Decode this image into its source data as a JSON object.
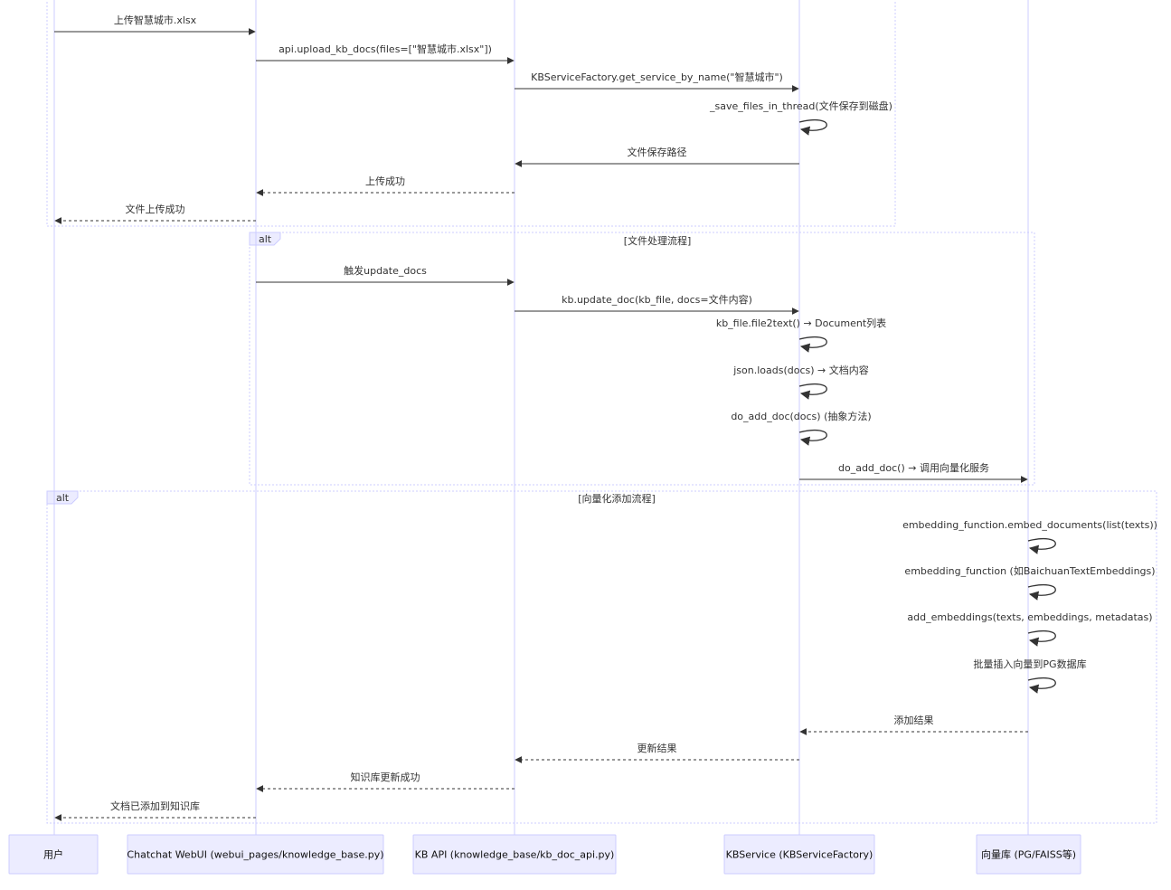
{
  "actors": [
    {
      "id": "user",
      "label": "用户"
    },
    {
      "id": "webui",
      "label": "Chatchat WebUI (webui_pages/knowledge_base.py)"
    },
    {
      "id": "api",
      "label": "KB API (knowledge_base/kb_doc_api.py)"
    },
    {
      "id": "svc",
      "label": "KBService (KBServiceFactory)"
    },
    {
      "id": "vdb",
      "label": "向量库 (PG/FAISS等)"
    }
  ],
  "frames": [
    {
      "label": "",
      "condition": ""
    },
    {
      "label": "alt",
      "condition": "[文件处理流程]"
    },
    {
      "label": "alt",
      "condition": "[向量化添加流程]"
    }
  ],
  "messages": [
    {
      "from": "user",
      "to": "webui",
      "text": "上传智慧城市.xlsx",
      "style": "solid"
    },
    {
      "from": "webui",
      "to": "api",
      "text": "api.upload_kb_docs(files=[\"智慧城市.xlsx\"])",
      "style": "solid"
    },
    {
      "from": "api",
      "to": "svc",
      "text": "KBServiceFactory.get_service_by_name(\"智慧城市\")",
      "style": "solid"
    },
    {
      "from": "svc",
      "to": "svc",
      "text": "_save_files_in_thread(文件保存到磁盘)",
      "style": "self"
    },
    {
      "from": "svc",
      "to": "api",
      "text": "文件保存路径",
      "style": "solid"
    },
    {
      "from": "api",
      "to": "webui",
      "text": "上传成功",
      "style": "dashed"
    },
    {
      "from": "webui",
      "to": "user",
      "text": "文件上传成功",
      "style": "dashed"
    },
    {
      "from": "webui",
      "to": "api",
      "text": "触发update_docs",
      "style": "solid"
    },
    {
      "from": "api",
      "to": "svc",
      "text": "kb.update_doc(kb_file, docs=文件内容)",
      "style": "solid"
    },
    {
      "from": "svc",
      "to": "svc",
      "text": "kb_file.file2text() → Document列表",
      "style": "self"
    },
    {
      "from": "svc",
      "to": "svc",
      "text": "json.loads(docs) → 文档内容",
      "style": "self"
    },
    {
      "from": "svc",
      "to": "svc",
      "text": "do_add_doc(docs) (抽象方法)",
      "style": "self"
    },
    {
      "from": "svc",
      "to": "vdb",
      "text": "do_add_doc() → 调用向量化服务",
      "style": "solid"
    },
    {
      "from": "vdb",
      "to": "vdb",
      "text": "embedding_function.embed_documents(list(texts))",
      "style": "self"
    },
    {
      "from": "vdb",
      "to": "vdb",
      "text": "embedding_function (如BaichuanTextEmbeddings)",
      "style": "self"
    },
    {
      "from": "vdb",
      "to": "vdb",
      "text": "add_embeddings(texts, embeddings, metadatas)",
      "style": "self"
    },
    {
      "from": "vdb",
      "to": "vdb",
      "text": "批量插入向量到PG数据库",
      "style": "self"
    },
    {
      "from": "vdb",
      "to": "svc",
      "text": "添加结果",
      "style": "dashed"
    },
    {
      "from": "svc",
      "to": "api",
      "text": "更新结果",
      "style": "dashed"
    },
    {
      "from": "api",
      "to": "webui",
      "text": "知识库更新成功",
      "style": "dashed"
    },
    {
      "from": "webui",
      "to": "user",
      "text": "文档已添加到知识库",
      "style": "dashed"
    }
  ],
  "colors": {
    "lifeline": "#ccccff",
    "actor_fill": "#ececff",
    "actor_stroke": "#ccccff",
    "arrow": "#333333",
    "frame_stroke": "#ccccff",
    "frame_label_fill": "#ececff"
  }
}
